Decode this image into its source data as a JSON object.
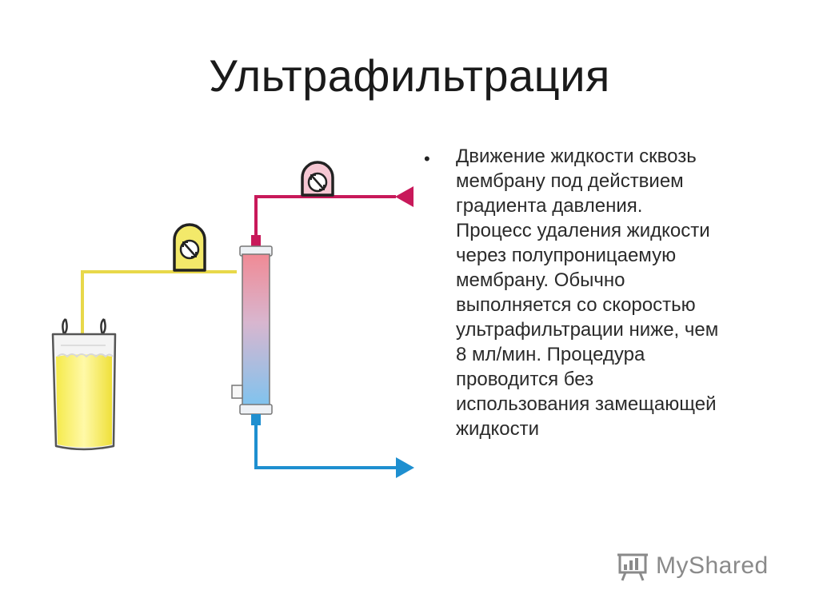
{
  "slide": {
    "title": "Ультрафильтрация"
  },
  "bullet": {
    "text": "Движение жидкости сквозь\nмембрану под действием\nградиента давления.\nПроцесс удаления жидкости\nчерез полупроницаемую\nмембрану. Обычно\nвыполняется со скоростью\nультрафильтрации ниже, чем\n8 мл/мин. Процедура\nпроводится без\nиспользования замещающей\nжидкости"
  },
  "watermark": {
    "text": "MyShared",
    "icon": "presentation-board-icon"
  },
  "colors": {
    "yellow_line": "#e8d84a",
    "magenta_line": "#c8195a",
    "blue_line": "#1e8fd0",
    "pump_outline": "#222222"
  }
}
